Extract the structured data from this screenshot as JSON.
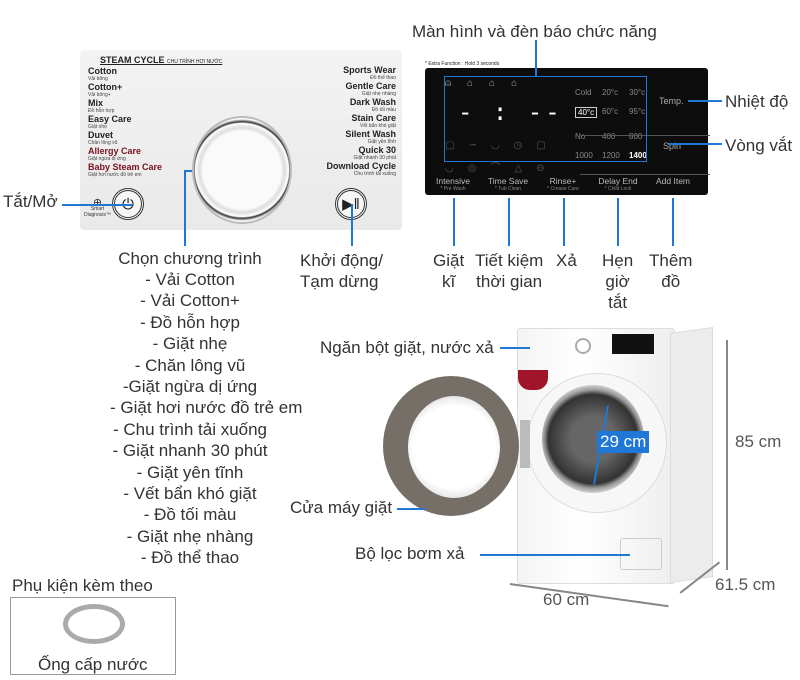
{
  "callouts": {
    "display": "Màn hình và đèn báo chức năng",
    "temp": "Nhiệt độ",
    "spin": "Vòng vắt",
    "power": "Tắt/Mở",
    "program_title": "Chọn chương trình",
    "programs": [
      "- Vải Cotton",
      "- Vải Cotton+",
      "- Đồ hỗn hợp",
      "- Giặt nhẹ",
      "- Chăn lông vũ",
      "-Giặt ngừa dị ứng",
      "- Giặt hơi nước đồ trẻ em",
      "- Chu trình tải xuống",
      "- Giặt nhanh 30 phút",
      "- Giặt yên tĩnh",
      "- Vết bẩn khó giặt",
      "- Đồ tối màu",
      "- Giặt nhẹ nhàng",
      "- Đồ thể thao"
    ],
    "start": "Khởi động/\nTạm dừng",
    "intensive": "Giặt\nkĩ",
    "timesave": "Tiết kiệm\nthời gian",
    "rinse": "Xả",
    "delay": "Hẹn\ngiờ\ntắt",
    "additem": "Thêm\nđồ",
    "detergent": "Ngăn bột giặt, nước xả",
    "door": "Cửa máy giặt",
    "filter": "Bộ lọc bơm xả",
    "drum": "29 cm",
    "height": "85 cm",
    "depth": "61.5 cm",
    "width": "60 cm",
    "accessory_title": "Phụ kiện kèm theo",
    "accessory_item": "Ống cấp nước"
  },
  "panel": {
    "header": "STEAM CYCLE",
    "header_vn": "CHU TRÌNH HƠI NƯỚC",
    "left": [
      {
        "en": "Cotton",
        "vn": "Vải bông"
      },
      {
        "en": "Cotton+",
        "vn": "Vải bông+"
      },
      {
        "en": "Mix",
        "vn": "Đồ hỗn hợp"
      },
      {
        "en": "Easy Care",
        "vn": "Giặt nhẹ"
      },
      {
        "en": "Duvet",
        "vn": "Chăn lông vũ"
      },
      {
        "en": "Allergy Care",
        "vn": "Giặt ngừa dị ứng"
      },
      {
        "en": "Baby Steam Care",
        "vn": "Giặt hơi nước đồ trẻ em"
      }
    ],
    "right": [
      {
        "en": "Sports Wear",
        "vn": "Đồ thể thao"
      },
      {
        "en": "Gentle Care",
        "vn": "Giặt nhẹ nhàng"
      },
      {
        "en": "Dark Wash",
        "vn": "Đồ tối màu"
      },
      {
        "en": "Stain Care",
        "vn": "Vết bẩn khó giặt"
      },
      {
        "en": "Silent Wash",
        "vn": "Giặt yên tĩnh"
      },
      {
        "en": "Quick 30",
        "vn": "Giặt nhanh 30 phút"
      },
      {
        "en": "Download Cycle",
        "vn": "Chu trình tải xuống"
      }
    ],
    "smart": "Smart\nDiagnosis™",
    "extra": "* Extra Function : Hold 3 seconds",
    "digits": "- : --",
    "temps": [
      "Cold",
      "20°c",
      "30°c",
      "40°c",
      "60°c",
      "95°c"
    ],
    "spins": [
      "No",
      "400",
      "800",
      "1000",
      "1200",
      "1400"
    ],
    "temp_btn": "Temp.",
    "spin_btn": "Spin",
    "buttons": [
      {
        "label": "Intensive",
        "sub": "* Pre Wash"
      },
      {
        "label": "Time Save",
        "sub": "* Tub Clean"
      },
      {
        "label": "Rinse+",
        "sub": "* Crease Care"
      },
      {
        "label": "Delay End",
        "sub": "* Child Lock"
      },
      {
        "label": "Add Item",
        "sub": ""
      }
    ]
  },
  "colors": {
    "accent": "#1f78d8",
    "display_bg": "#0d0d0d"
  }
}
